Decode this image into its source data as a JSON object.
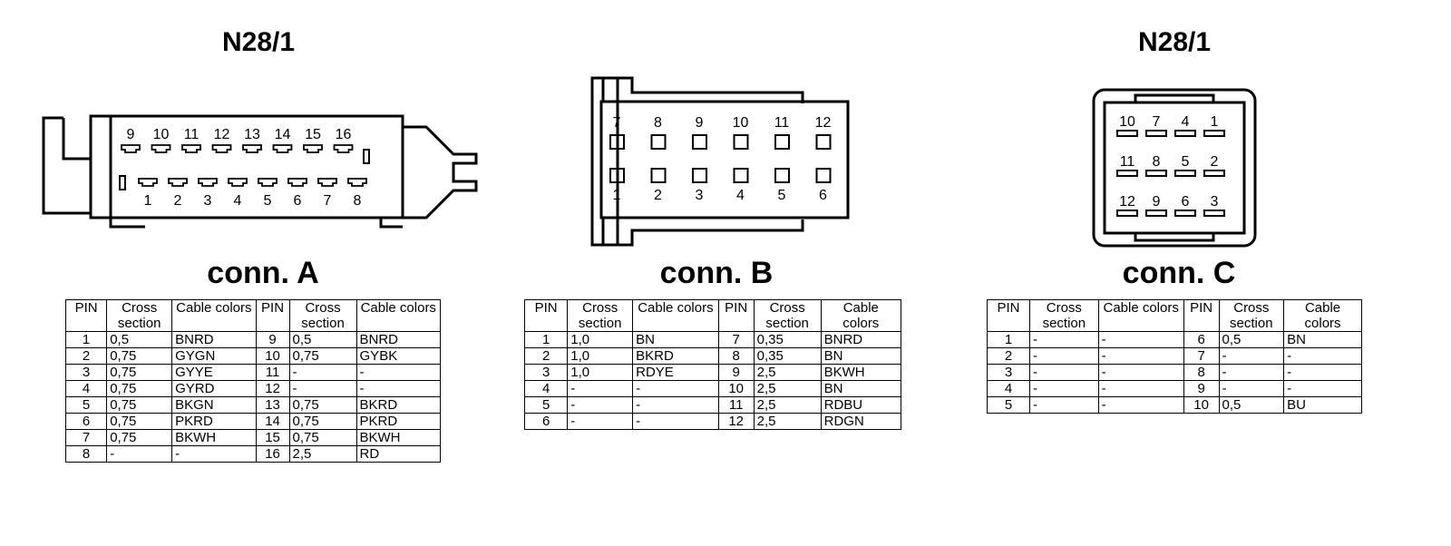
{
  "titles": {
    "left": "N28/1",
    "right": "N28/1"
  },
  "headers": {
    "pin": "PIN",
    "cross": "Cross section",
    "cable": "Cable colors"
  },
  "connectors": {
    "a": {
      "label": "conn. A",
      "top_pins": [
        "9",
        "10",
        "11",
        "12",
        "13",
        "14",
        "15",
        "16"
      ],
      "bottom_pins": [
        "1",
        "2",
        "3",
        "4",
        "5",
        "6",
        "7",
        "8"
      ],
      "rows": [
        {
          "pin": "1",
          "cross": "0,5",
          "color": "BNRD",
          "pin2": "9",
          "cross2": "0,5",
          "color2": "BNRD"
        },
        {
          "pin": "2",
          "cross": "0,75",
          "color": "GYGN",
          "pin2": "10",
          "cross2": "0,75",
          "color2": "GYBK"
        },
        {
          "pin": "3",
          "cross": "0,75",
          "color": "GYYE",
          "pin2": "11",
          "cross2": "-",
          "color2": "-"
        },
        {
          "pin": "4",
          "cross": "0,75",
          "color": "GYRD",
          "pin2": "12",
          "cross2": "-",
          "color2": "-"
        },
        {
          "pin": "5",
          "cross": "0,75",
          "color": "BKGN",
          "pin2": "13",
          "cross2": "0,75",
          "color2": "BKRD"
        },
        {
          "pin": "6",
          "cross": "0,75",
          "color": "PKRD",
          "pin2": "14",
          "cross2": "0,75",
          "color2": "PKRD"
        },
        {
          "pin": "7",
          "cross": "0,75",
          "color": "BKWH",
          "pin2": "15",
          "cross2": "0,75",
          "color2": "BKWH"
        },
        {
          "pin": "8",
          "cross": "-",
          "color": "-",
          "pin2": "16",
          "cross2": "2,5",
          "color2": "RD"
        }
      ]
    },
    "b": {
      "label": "conn. B",
      "top_pins": [
        "7",
        "8",
        "9",
        "10",
        "11",
        "12"
      ],
      "bottom_pins": [
        "1",
        "2",
        "3",
        "4",
        "5",
        "6"
      ],
      "rows": [
        {
          "pin": "1",
          "cross": "1,0",
          "color": "BN",
          "pin2": "7",
          "cross2": "0,35",
          "color2": "BNRD"
        },
        {
          "pin": "2",
          "cross": "1,0",
          "color": "BKRD",
          "pin2": "8",
          "cross2": "0,35",
          "color2": "BN"
        },
        {
          "pin": "3",
          "cross": "1,0",
          "color": "RDYE",
          "pin2": "9",
          "cross2": "2,5",
          "color2": "BKWH"
        },
        {
          "pin": "4",
          "cross": "-",
          "color": "-",
          "pin2": "10",
          "cross2": "2,5",
          "color2": "BN"
        },
        {
          "pin": "5",
          "cross": "-",
          "color": "-",
          "pin2": "11",
          "cross2": "2,5",
          "color2": "RDBU"
        },
        {
          "pin": "6",
          "cross": "-",
          "color": "-",
          "pin2": "12",
          "cross2": "2,5",
          "color2": "RDGN"
        }
      ]
    },
    "c": {
      "label": "conn. C",
      "grid_rows": [
        [
          "10",
          "7",
          "4",
          "1"
        ],
        [
          "11",
          "8",
          "5",
          "2"
        ],
        [
          "12",
          "9",
          "6",
          "3"
        ]
      ],
      "rows": [
        {
          "pin": "1",
          "cross": "-",
          "color": "-",
          "pin2": "6",
          "cross2": "0,5",
          "color2": "BN"
        },
        {
          "pin": "2",
          "cross": "-",
          "color": "-",
          "pin2": "7",
          "cross2": "-",
          "color2": "-"
        },
        {
          "pin": "3",
          "cross": "-",
          "color": "-",
          "pin2": "8",
          "cross2": "-",
          "color2": "-"
        },
        {
          "pin": "4",
          "cross": "-",
          "color": "-",
          "pin2": "9",
          "cross2": "-",
          "color2": "-"
        },
        {
          "pin": "5",
          "cross": "-",
          "color": "-",
          "pin2": "10",
          "cross2": "0,5",
          "color2": "BU"
        }
      ]
    }
  }
}
